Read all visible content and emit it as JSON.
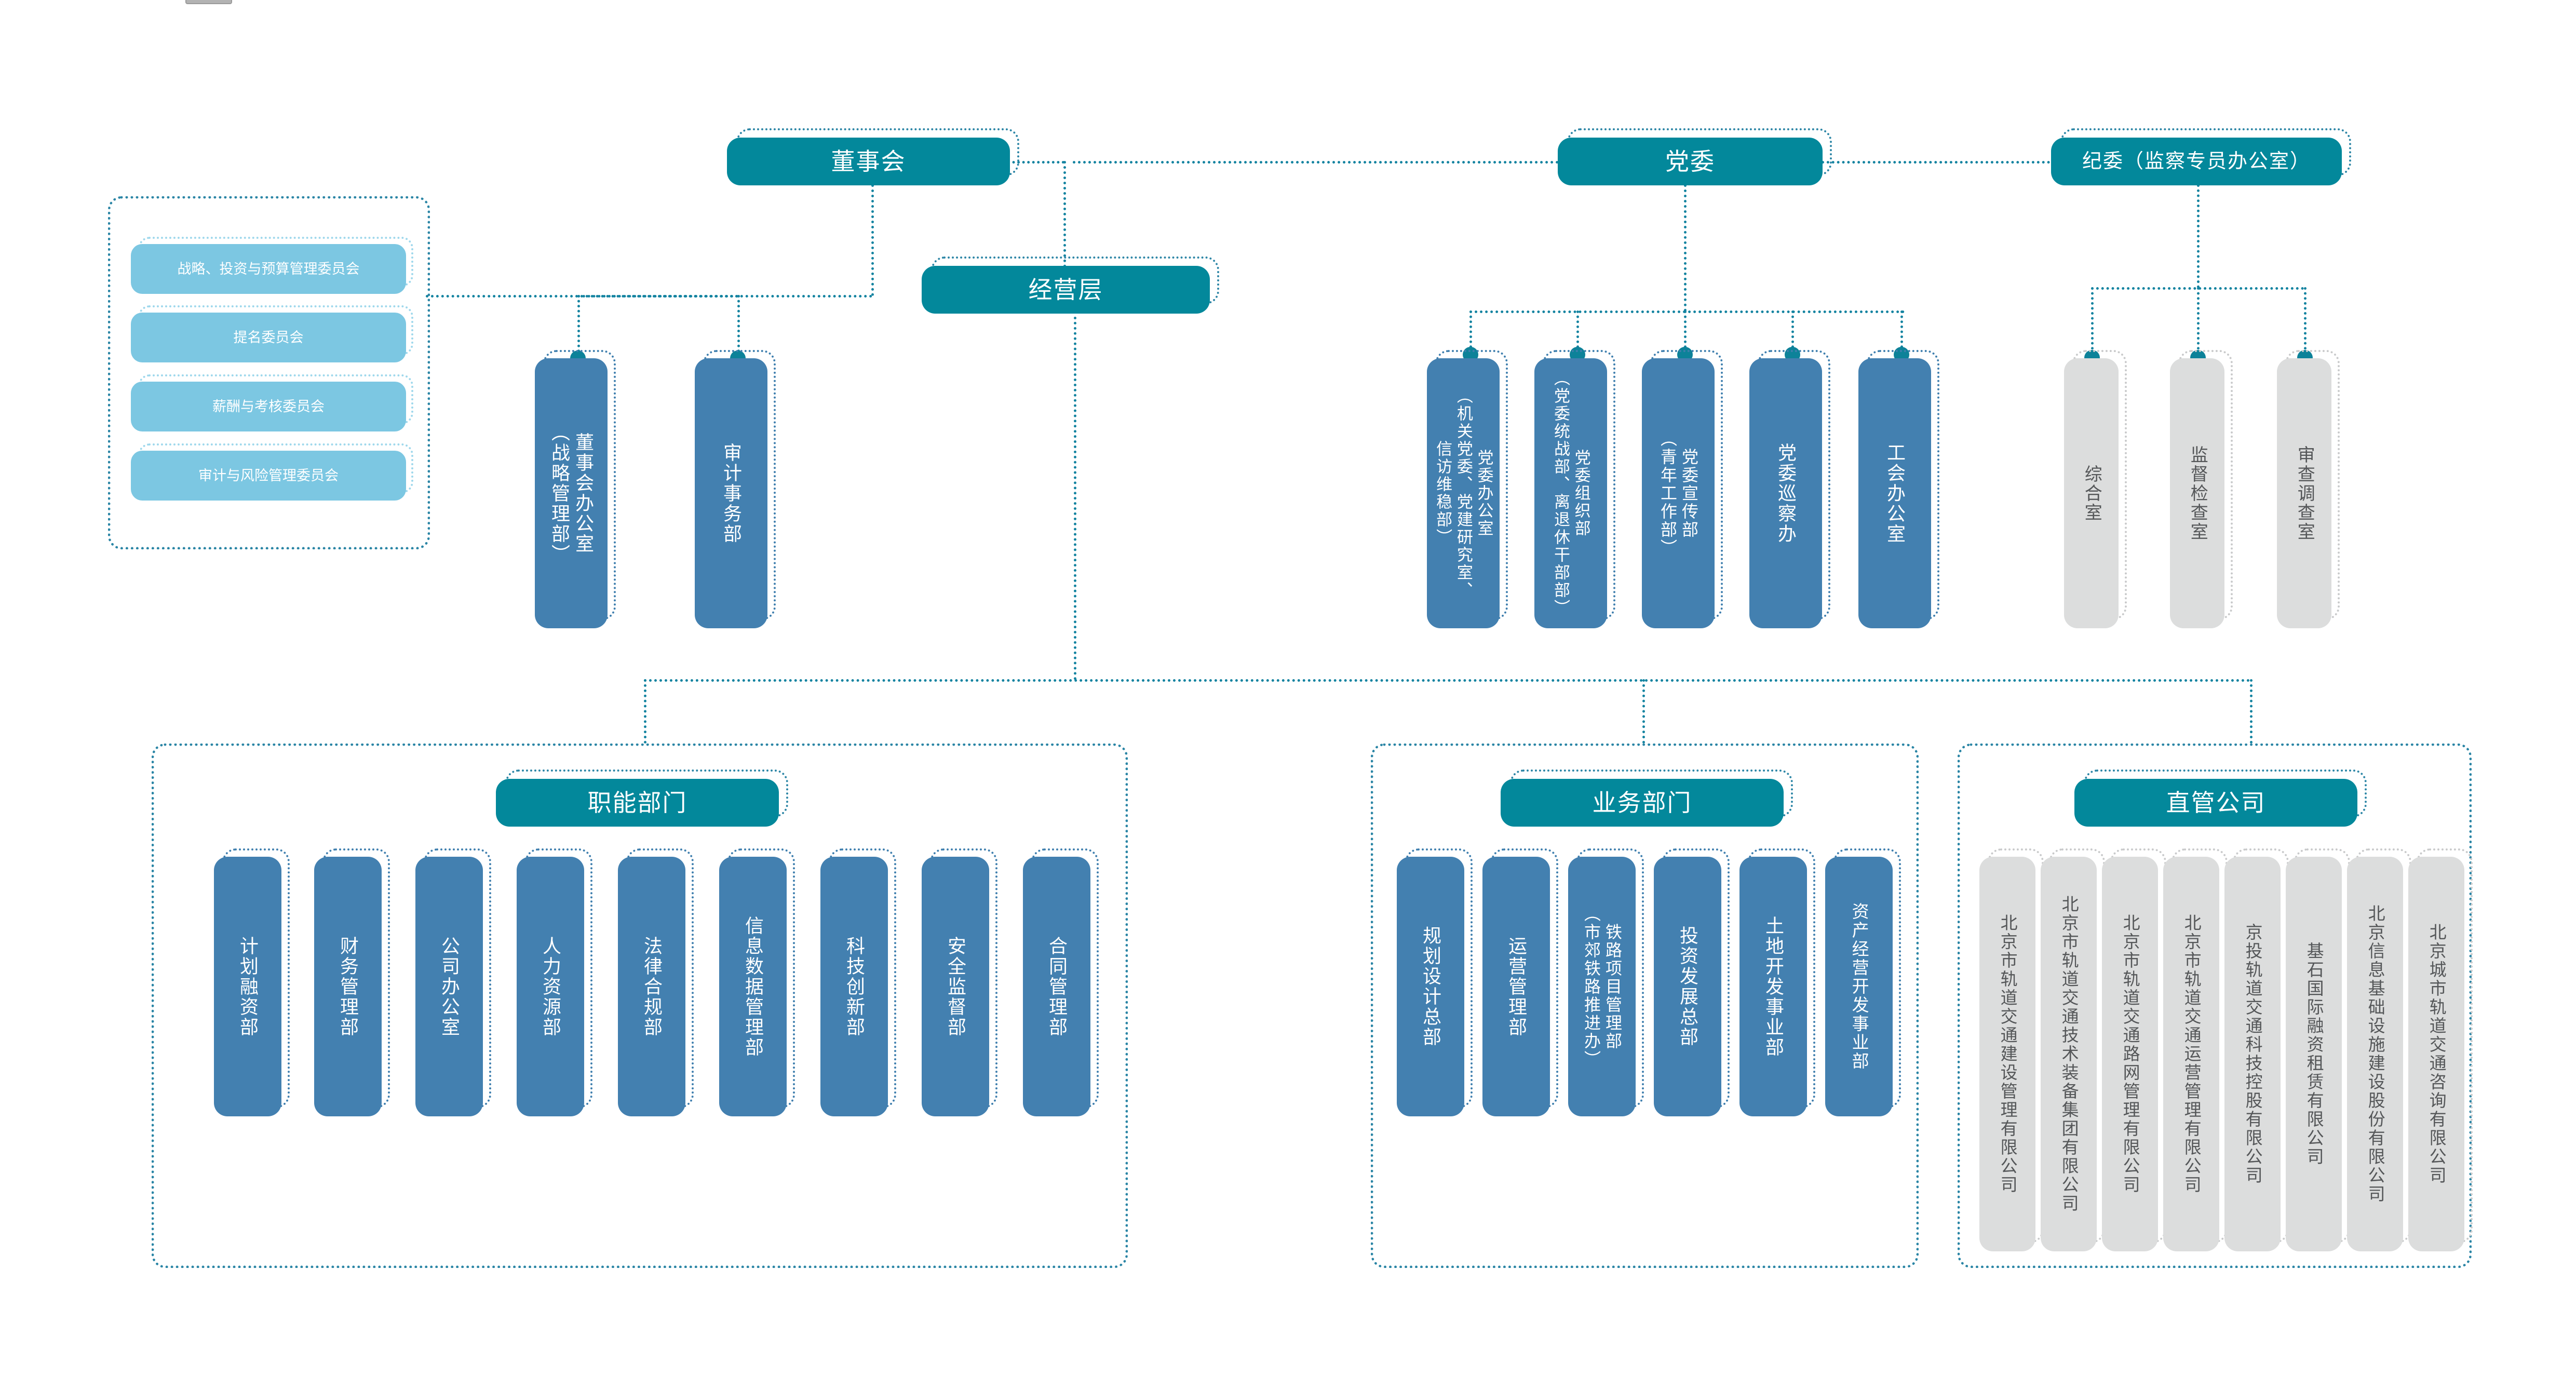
{
  "colors": {
    "teal": "#03889b",
    "blue": "#4380b0",
    "light_blue": "#7cc7e2",
    "gray": "#dcdddd",
    "connector": "#1383a0"
  },
  "top_level": {
    "board": "董事会",
    "party_committee": "党委",
    "discipline_committee": "纪委（监察专员办公室）",
    "management_layer": "经营层"
  },
  "board_committees": {
    "items": [
      "战略、投资与预算管理委员会",
      "提名委员会",
      "薪酬与考核委员会",
      "审计与风险管理委员会"
    ]
  },
  "board_departments": {
    "items": [
      "董事会办公室\n（战略管理部）",
      "审计事务部"
    ]
  },
  "party_departments": {
    "items": [
      "党委办公室\n（机关党委、党建研究室、\n信访维稳部）",
      "党委组织部\n（党委统战部、离退休干部部）",
      "党委宣传部\n（青年工作部）",
      "党委巡察办",
      "工会办公室"
    ]
  },
  "discipline_departments": {
    "items": [
      "综合室",
      "监督检查室",
      "审查调查室"
    ]
  },
  "functional_group": {
    "title": "职能部门",
    "items": [
      "计划融资部",
      "财务管理部",
      "公司办公室",
      "人力资源部",
      "法律合规部",
      "信息数据管理部",
      "科技创新部",
      "安全监督部",
      "合同管理部"
    ]
  },
  "business_group": {
    "title": "业务部门",
    "items": [
      "规划设计总部",
      "运营管理部",
      "铁路项目管理部\n（市郊铁路推进办）",
      "投资发展总部",
      "土地开发事业部",
      "资产经营开发事业部"
    ]
  },
  "subsidiary_group": {
    "title": "直管公司",
    "items": [
      "北京市轨道交通建设管理有限公司",
      "北京市轨道交通技术装备集团有限公司",
      "北京市轨道交通路网管理有限公司",
      "北京市轨道交通运营管理有限公司",
      "京投轨道交通科技控股有限公司",
      "基石国际融资租赁有限公司",
      "北京信息基础设施建设股份有限公司",
      "北京城市轨道交通咨询有限公司"
    ]
  }
}
